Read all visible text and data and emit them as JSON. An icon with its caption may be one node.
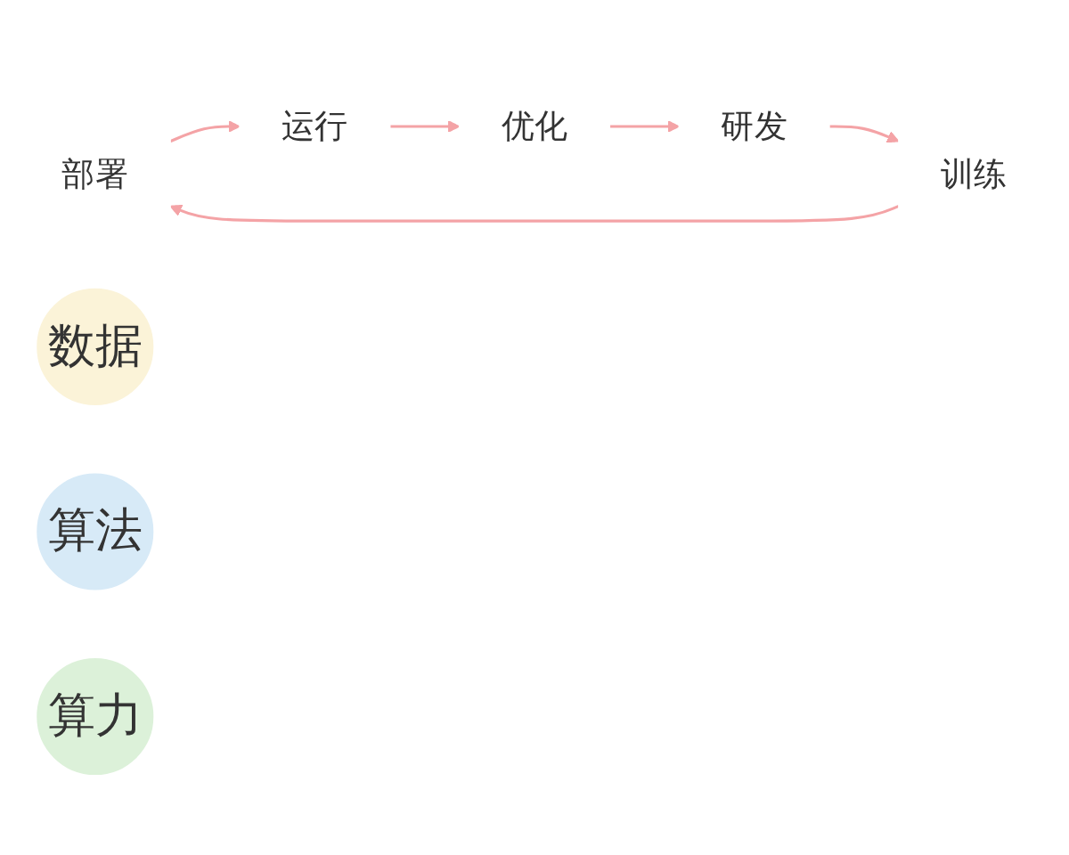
{
  "diagram": {
    "nodes": [
      {
        "text": [
          "部署"
        ]
      },
      {
        "text": [
          "运行"
        ]
      },
      {
        "text": [
          "数据"
        ]
      },
      {
        "text": [
          "算法"
        ]
      },
      {
        "text": [
          "算力"
        ]
      },
      {
        "text": [
          "训练"
        ]
      },
      {
        "text": [
          "优化"
        ]
      },
      {
        "text": [
          "研发"
        ]
      }
    ],
    "edges": [
      {
        "from": 0,
        "to": 1,
        "arrow": "to"
      },
      {
        "from": 1,
        "to": 6,
        "arrow": "to"
      },
      {
        "from": 6,
        "to": 7,
        "arrow": "to"
      },
      {
        "from": 7,
        "to": 5,
        "arrow": "to"
      },
      {
        "from": 5,
        "to": 0,
        "arrow": "to"
      }
    ]
  }
}
